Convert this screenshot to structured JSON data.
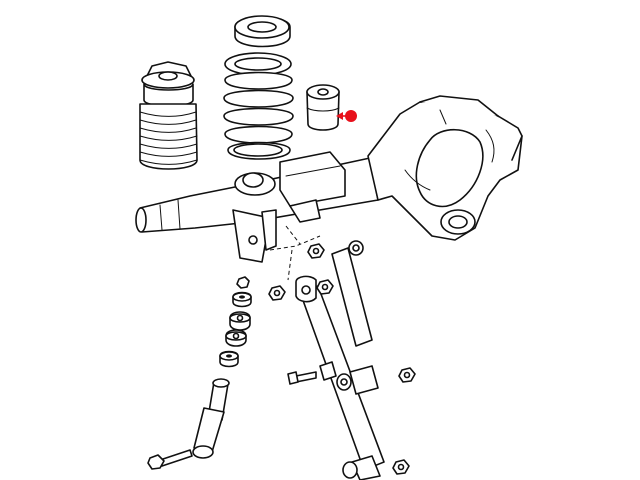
{
  "diagram": {
    "callout_color": "#e8101b",
    "line_color": "#111111",
    "background": "#ffffff",
    "parts": [
      "air-spring-boot",
      "spring-upper-isolator",
      "coil-spring",
      "jounce-bumper",
      "rear-axle",
      "differential-housing",
      "lower-control-arm",
      "upper-control-arm",
      "shock-absorber",
      "shock-mount-hardware",
      "fasteners"
    ],
    "highlighted_part": "jounce-bumper"
  }
}
